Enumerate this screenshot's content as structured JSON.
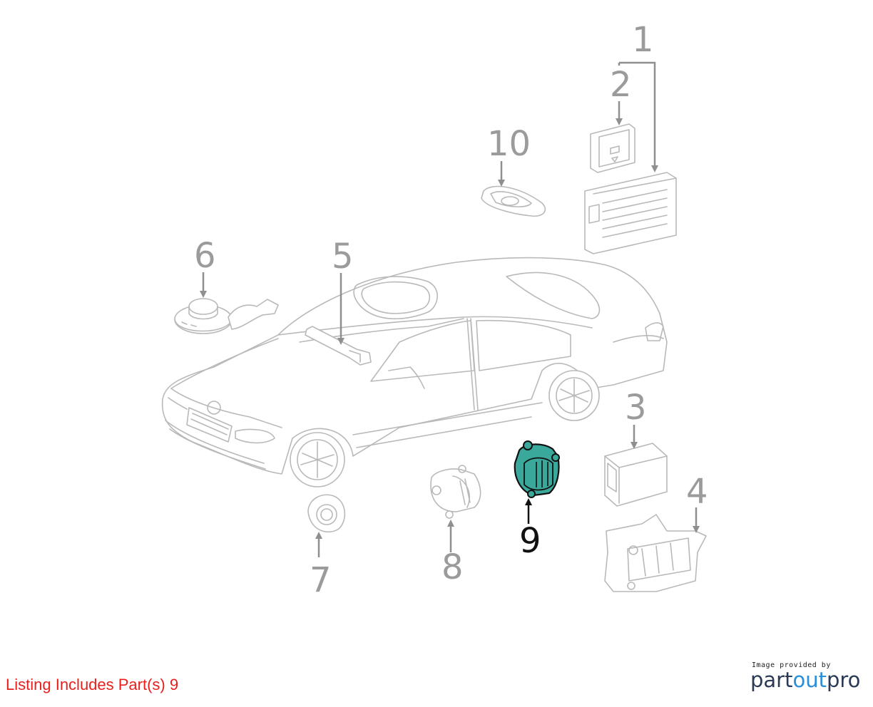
{
  "callouts": {
    "c1": "1",
    "c2": "2",
    "c3": "3",
    "c4": "4",
    "c5": "5",
    "c6": "6",
    "c7": "7",
    "c8": "8",
    "c9": "9",
    "c10": "10"
  },
  "highlighted_part": "9",
  "highlight_color": "#3aa89a",
  "listing_note": "Listing Includes Part(s) 9",
  "listing_note_color": "#e8201e",
  "brand": {
    "caption": "Image provided by",
    "word_part1": "part",
    "word_part2": "out",
    "word_part3": "pro"
  },
  "icons": [
    "car-outline",
    "module-icon",
    "speaker-icon",
    "antenna-icon",
    "tweeter-icon",
    "bracket-icon"
  ]
}
